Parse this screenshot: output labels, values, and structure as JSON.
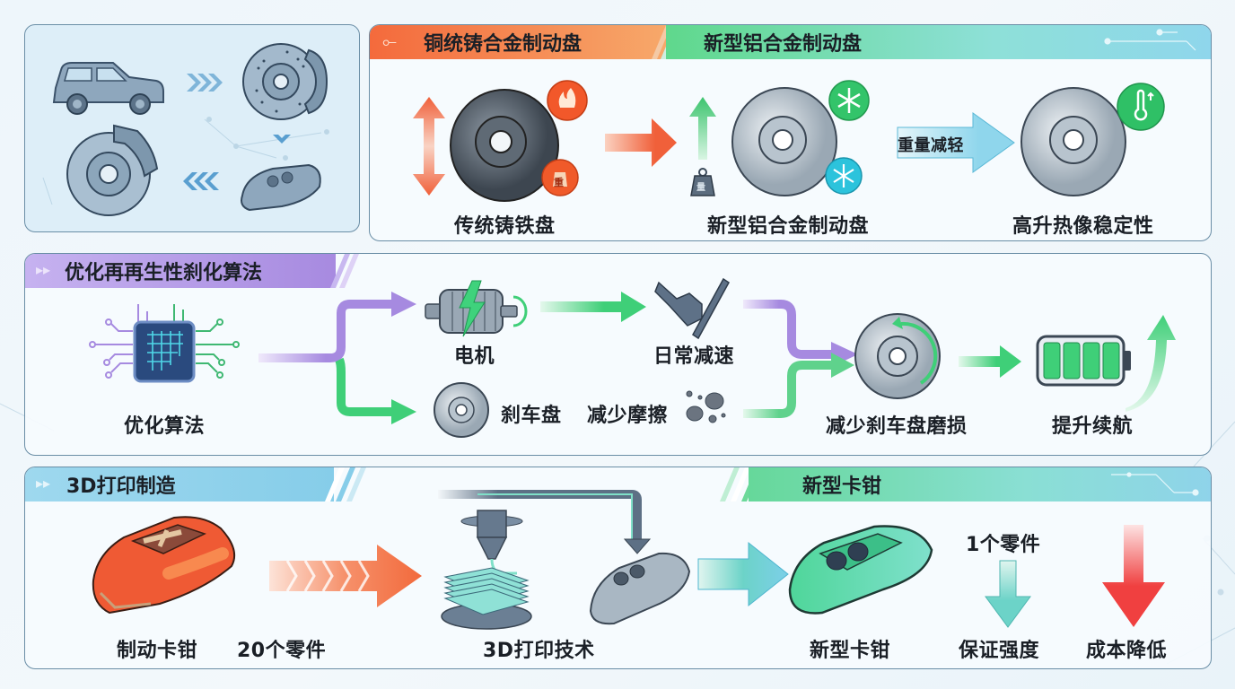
{
  "top_section": {
    "header_left": "铜统铸合金制动盘",
    "header_right": "新型铝合金制动盘",
    "items": [
      {
        "label": "传统铸铁盘"
      },
      {
        "label": "新型铝合金制动盘"
      },
      {
        "label": "高升热像稳定性"
      }
    ],
    "arrow_label": "重量减轻",
    "weight_badge": "重",
    "weight_icon_text": "量"
  },
  "middle_section": {
    "header": "优化再再生性刹化算法",
    "algorithm_label": "优化算法",
    "motor_label": "电机",
    "disc_label": "刹车盘",
    "decel_label": "日常减速",
    "friction_label": "减少摩擦",
    "wear_label": "减少刹车盘磨损",
    "range_label": "提升续航",
    "battery_level": 1.0
  },
  "bottom_section": {
    "header_left": "3D打印制造",
    "header_right": "新型卡钳",
    "caliper_label": "制动卡钳",
    "parts_count_label": "20个零件",
    "printing_label": "3D打印技术",
    "new_caliper_label": "新型卡钳",
    "single_part_label": "1个零件",
    "strength_label": "保证强度",
    "cost_label": "成本降低"
  },
  "colors": {
    "orange": "#f26a3c",
    "green": "#3fcf78",
    "purple": "#a68ae0",
    "blue": "#7ccfe8",
    "red": "#f04040",
    "steel": "#8fa9bf"
  }
}
